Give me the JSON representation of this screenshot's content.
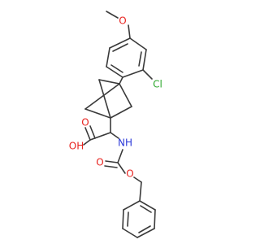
{
  "molecule": {
    "labels": {
      "methoxy_o": "O",
      "chloro": "Cl",
      "acid_oh": "OH",
      "acid_o": "O",
      "amide_nh": "NH",
      "carbamate_o": "O",
      "ester_o": "O"
    },
    "colors": {
      "bond": "#3a3a3a",
      "oxygen": "#e8231f",
      "nitrogen": "#2c39d8",
      "chlorine": "#2ea82e"
    }
  }
}
